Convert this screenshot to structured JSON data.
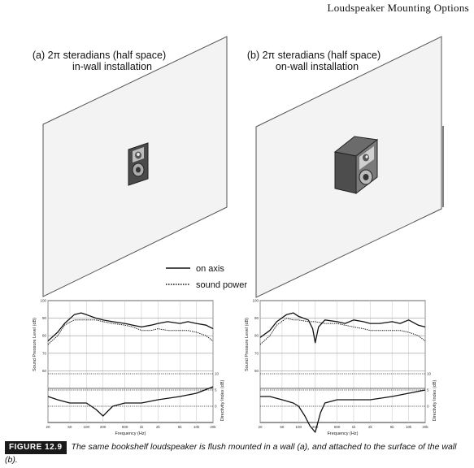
{
  "running_head": "Loudspeaker Mounting Options",
  "panel_a": {
    "title_line1": "(a) 2π steradians (half space)",
    "title_line2": "in-wall installation"
  },
  "panel_b": {
    "title_line1": "(b) 2π steradians (half space)",
    "title_line2": "on-wall installation"
  },
  "legend": {
    "on_axis": "on axis",
    "sound_power": "sound power"
  },
  "caption": {
    "label": "FIGURE 12.9",
    "text": "The same bookshelf loudspeaker is flush mounted in a wall (a), and attached to the surface of the wall (b)."
  },
  "chart_data": [
    {
      "type": "line",
      "panel": "a",
      "xlabel": "Frequency (Hz)",
      "ylabel": "Sound Pressure Level (dB)",
      "y2label": "Directivity Index (dB)",
      "x_scale": "log",
      "x_ticks": [
        "20",
        "50",
        "100",
        "200",
        "500",
        "1k",
        "2k",
        "5k",
        "10k",
        "20k"
      ],
      "y_ticks": [
        "100",
        "90",
        "80",
        "70",
        "60"
      ],
      "y2_ticks": [
        "10",
        "5",
        "0"
      ],
      "ylim": [
        50,
        100
      ],
      "series": [
        {
          "name": "on axis",
          "style": "solid",
          "x": [
            20,
            30,
            40,
            60,
            80,
            100,
            150,
            200,
            300,
            500,
            700,
            1000,
            1500,
            2000,
            3000,
            5000,
            7000,
            10000,
            15000,
            20000
          ],
          "y": [
            77,
            82,
            87,
            92,
            93,
            92,
            90,
            89,
            88,
            87,
            86,
            85,
            86,
            87,
            88,
            87,
            88,
            87,
            86,
            84
          ]
        },
        {
          "name": "sound power",
          "style": "dotted",
          "x": [
            20,
            30,
            40,
            60,
            80,
            100,
            150,
            200,
            300,
            500,
            700,
            1000,
            1500,
            2000,
            3000,
            5000,
            7000,
            10000,
            15000,
            20000
          ],
          "y": [
            75,
            80,
            86,
            89,
            89,
            89,
            89,
            88,
            87,
            86,
            85,
            83,
            83,
            84,
            83,
            83,
            83,
            82,
            80,
            77
          ]
        },
        {
          "name": "directivity index",
          "style": "solid",
          "axis": "y2",
          "x": [
            20,
            30,
            50,
            80,
            100,
            150,
            200,
            300,
            500,
            1000,
            2000,
            5000,
            10000,
            20000
          ],
          "y": [
            3,
            2,
            1,
            1,
            1,
            -1,
            -3,
            0,
            1,
            1,
            2,
            3,
            4,
            6
          ]
        }
      ]
    },
    {
      "type": "line",
      "panel": "b",
      "xlabel": "Frequency (Hz)",
      "ylabel": "Sound Pressure Level (dB)",
      "y2label": "Directivity Index (dB)",
      "x_scale": "log",
      "x_ticks": [
        "20",
        "50",
        "100",
        "200",
        "500",
        "1k",
        "2k",
        "5k",
        "10k",
        "20k"
      ],
      "y_ticks": [
        "100",
        "90",
        "80",
        "70",
        "60"
      ],
      "y2_ticks": [
        "10",
        "5",
        "0"
      ],
      "ylim": [
        50,
        100
      ],
      "series": [
        {
          "name": "on axis",
          "style": "solid",
          "x": [
            20,
            30,
            40,
            60,
            80,
            100,
            150,
            180,
            200,
            230,
            300,
            500,
            700,
            1000,
            1500,
            2000,
            3000,
            5000,
            7000,
            10000,
            15000,
            20000
          ],
          "y": [
            79,
            83,
            88,
            92,
            93,
            91,
            89,
            84,
            76,
            85,
            89,
            88,
            87,
            89,
            88,
            87,
            87,
            88,
            87,
            89,
            86,
            85
          ]
        },
        {
          "name": "sound power",
          "style": "dotted",
          "x": [
            20,
            30,
            40,
            60,
            80,
            100,
            150,
            200,
            300,
            500,
            700,
            1000,
            1500,
            2000,
            3000,
            5000,
            7000,
            10000,
            15000,
            20000
          ],
          "y": [
            75,
            80,
            86,
            90,
            89,
            89,
            88,
            88,
            87,
            87,
            86,
            85,
            84,
            83,
            83,
            83,
            83,
            82,
            80,
            77
          ]
        },
        {
          "name": "directivity index",
          "style": "solid",
          "axis": "y2",
          "x": [
            20,
            30,
            50,
            80,
            100,
            130,
            160,
            200,
            250,
            300,
            500,
            1000,
            2000,
            5000,
            10000,
            20000
          ],
          "y": [
            3,
            3,
            2,
            1,
            0,
            -3,
            -6,
            -8,
            -2,
            1,
            2,
            2,
            2,
            3,
            4,
            5
          ]
        }
      ]
    }
  ]
}
